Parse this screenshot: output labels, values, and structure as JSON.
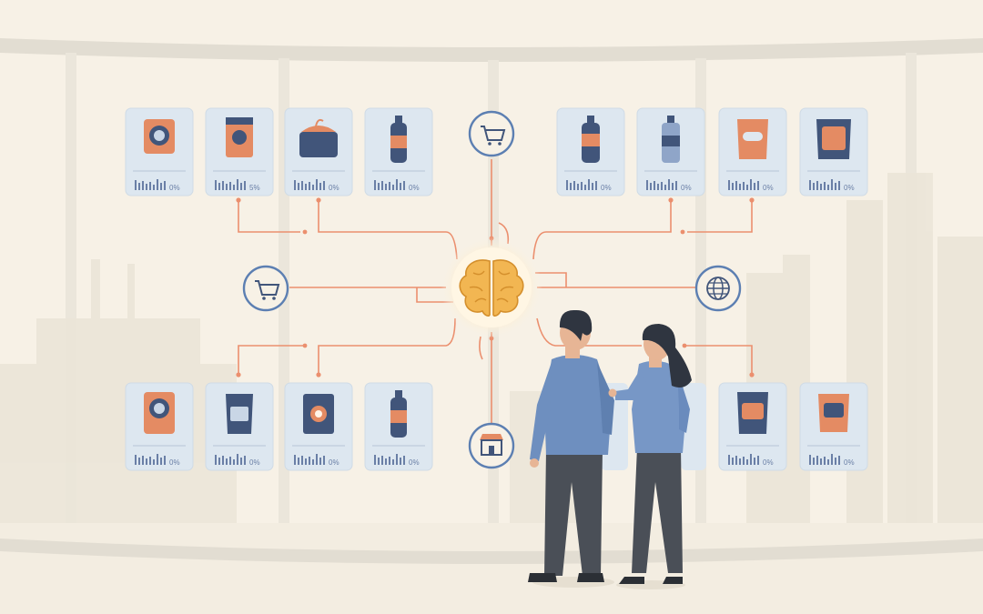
{
  "cards_top_left": [
    {
      "icon": "coffee-tin-icon",
      "label": "0%"
    },
    {
      "icon": "cereal-box-icon",
      "label": "5%"
    },
    {
      "icon": "grocery-basket-icon",
      "label": "0%"
    },
    {
      "icon": "soda-bottle-icon",
      "label": "0%"
    }
  ],
  "cards_top_right": [
    {
      "icon": "soda-bottle-icon",
      "label": "0%"
    },
    {
      "icon": "water-bottle-icon",
      "label": "0%"
    },
    {
      "icon": "chips-bag-icon",
      "label": "0%"
    },
    {
      "icon": "snack-bag-icon",
      "label": "0%"
    }
  ],
  "cards_bottom_left": [
    {
      "icon": "coffee-tin-icon",
      "label": "0%"
    },
    {
      "icon": "snack-bag-icon",
      "label": "0%"
    },
    {
      "icon": "packaged-food-icon",
      "label": "0%"
    },
    {
      "icon": "soda-bottle-icon",
      "label": "0%"
    }
  ],
  "cards_bottom_right": [
    {
      "icon": "chips-bag-icon",
      "label": "0%"
    },
    {
      "icon": "snack-bag-icon",
      "label": "0%"
    }
  ],
  "hub_icons": [
    "shopping-cart-icon",
    "shopping-cart-icon",
    "globe-icon",
    "storefront-icon"
  ],
  "center_icon": "brain-icon",
  "colors": {
    "background": "#f7f1e6",
    "card": "#dfe8f0",
    "connector": "#eb8f6e",
    "brain": "#f2b652",
    "accent_blue": "#5c7fb2",
    "person_shirt": "#6e8fbf"
  }
}
